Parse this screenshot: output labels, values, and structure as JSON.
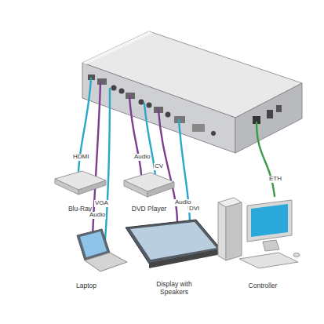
{
  "diagram": {
    "nodes": [
      {
        "text": [
          "Blu-Ray"
        ]
      },
      {
        "text": [
          "DVD Player"
        ]
      },
      {
        "text": [
          "Laptop"
        ]
      },
      {
        "text": [
          "Display with Speakers"
        ]
      },
      {
        "text": [
          "Controller"
        ]
      }
    ],
    "labels": [
      "HDMI",
      "Audio",
      "CV",
      "Audio",
      "VGA",
      "Audio",
      "DVI",
      "ETH"
    ]
  }
}
